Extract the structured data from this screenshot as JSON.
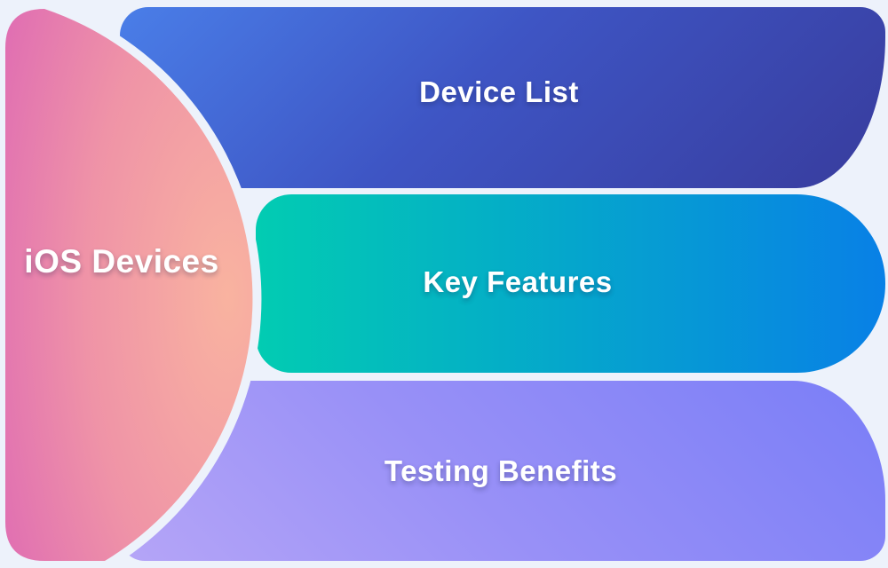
{
  "background_color": "#EDF2FB",
  "diagram": {
    "type": "mindmap",
    "root": {
      "label": "iOS Devices",
      "text_color": "#FFFFFF",
      "gradient": [
        "#F9B3A0",
        "#EF93A7",
        "#DF6CB3"
      ]
    },
    "branches": [
      {
        "id": "device-list",
        "label": "Device List",
        "text_color": "#FFFFFF",
        "gradient": [
          "#4A7EE8",
          "#383C9D"
        ]
      },
      {
        "id": "key-features",
        "label": "Key Features",
        "text_color": "#FFFFFF",
        "gradient": [
          "#02CCB2",
          "#0880E6"
        ]
      },
      {
        "id": "testing-benefits",
        "label": "Testing Benefits",
        "text_color": "#FFFFFF",
        "gradient": [
          "#B5A5F7",
          "#7A7EF7"
        ]
      }
    ]
  }
}
